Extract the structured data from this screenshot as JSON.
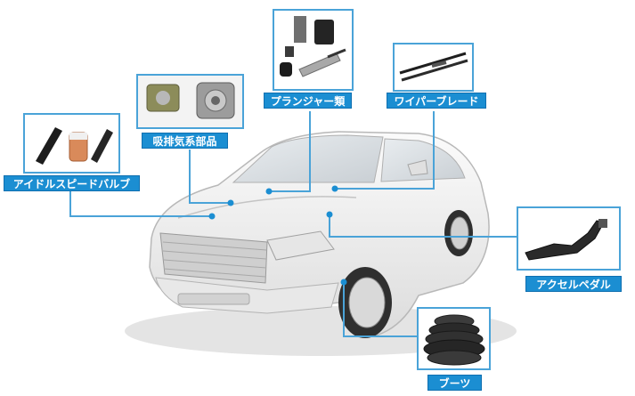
{
  "colors": {
    "accent": "#1b8ed2",
    "line": "#4aa3d8",
    "car_body": "#eeeeee",
    "car_outline": "#bdbdbd"
  },
  "parts": [
    {
      "id": "plunger",
      "label": "プランジャー類",
      "icon": "plunger-parts-photo"
    },
    {
      "id": "wiper",
      "label": "ワイパーブレード",
      "icon": "wiper-blade-photo"
    },
    {
      "id": "intake",
      "label": "吸排気系部品",
      "icon": "intake-exhaust-parts-photo"
    },
    {
      "id": "idle",
      "label": "アイドルスピードバルブ",
      "icon": "idle-speed-valve-photo"
    },
    {
      "id": "pedal",
      "label": "アクセルペダル",
      "icon": "accelerator-pedal-photo"
    },
    {
      "id": "boots",
      "label": "ブーツ",
      "icon": "rubber-boot-photo"
    }
  ]
}
